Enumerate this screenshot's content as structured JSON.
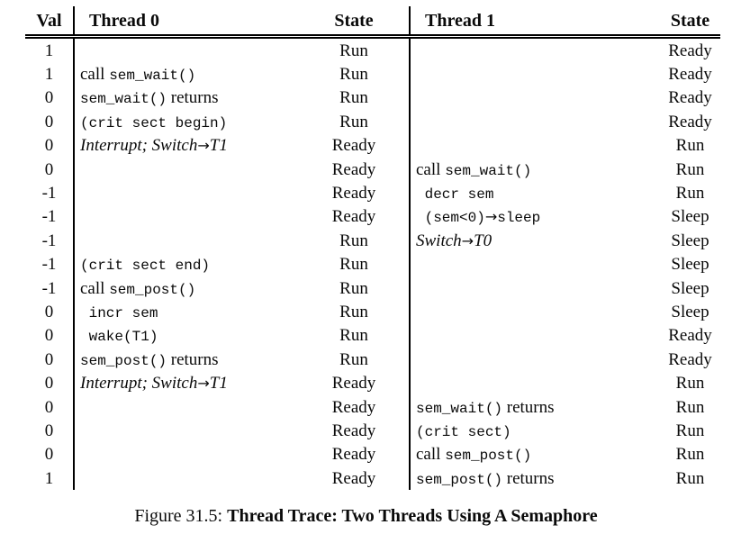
{
  "figure": {
    "caption_prefix": "Figure 31.5:",
    "caption_title": "Thread Trace: Two Threads Using A Semaphore"
  },
  "colors": {
    "background": "#ffffff",
    "text": "#0a0a0a",
    "rule": "#000000"
  },
  "table": {
    "headers": [
      "Val",
      "Thread 0",
      "State",
      "Thread 1",
      "State"
    ],
    "rows": [
      {
        "val": "1",
        "t0": [],
        "s0": "Run",
        "t1": [],
        "s1": "Ready"
      },
      {
        "val": "1",
        "t0": [
          {
            "t": "call ",
            "f": "rm"
          },
          {
            "t": "sem_wait()",
            "f": "tt"
          }
        ],
        "s0": "Run",
        "t1": [],
        "s1": "Ready"
      },
      {
        "val": "0",
        "t0": [
          {
            "t": "sem_wait()",
            "f": "tt"
          },
          {
            "t": " returns",
            "f": "rm"
          }
        ],
        "s0": "Run",
        "t1": [],
        "s1": "Ready"
      },
      {
        "val": "0",
        "t0": [
          {
            "t": "(crit sect begin)",
            "f": "tt"
          }
        ],
        "s0": "Run",
        "t1": [],
        "s1": "Ready"
      },
      {
        "val": "0",
        "t0": [
          {
            "t": "Interrupt; Switch",
            "f": "it"
          },
          {
            "t": "→",
            "f": "ar"
          },
          {
            "t": "T1",
            "f": "it"
          }
        ],
        "s0": "Ready",
        "t1": [],
        "s1": "Run"
      },
      {
        "val": "0",
        "t0": [],
        "s0": "Ready",
        "t1": [
          {
            "t": "call ",
            "f": "rm"
          },
          {
            "t": "sem_wait()",
            "f": "tt"
          }
        ],
        "s1": "Run"
      },
      {
        "val": "-1",
        "t0": [],
        "s0": "Ready",
        "t1": [
          {
            "t": " decr sem",
            "f": "tt"
          }
        ],
        "s1": "Run"
      },
      {
        "val": "-1",
        "t0": [],
        "s0": "Ready",
        "t1": [
          {
            "t": " (sem<0)",
            "f": "tt"
          },
          {
            "t": "→",
            "f": "ar"
          },
          {
            "t": "sleep",
            "f": "tt"
          }
        ],
        "s1": "Sleep"
      },
      {
        "val": "-1",
        "t0": [],
        "s0": "Run",
        "t1": [
          {
            "t": "Switch",
            "f": "it"
          },
          {
            "t": "→",
            "f": "ar"
          },
          {
            "t": "T0",
            "f": "it"
          }
        ],
        "s1": "Sleep"
      },
      {
        "val": "-1",
        "t0": [
          {
            "t": "(crit sect end)",
            "f": "tt"
          }
        ],
        "s0": "Run",
        "t1": [],
        "s1": "Sleep"
      },
      {
        "val": "-1",
        "t0": [
          {
            "t": "call ",
            "f": "rm"
          },
          {
            "t": "sem_post()",
            "f": "tt"
          }
        ],
        "s0": "Run",
        "t1": [],
        "s1": "Sleep"
      },
      {
        "val": "0",
        "t0": [
          {
            "t": " incr sem",
            "f": "tt"
          }
        ],
        "s0": "Run",
        "t1": [],
        "s1": "Sleep"
      },
      {
        "val": "0",
        "t0": [
          {
            "t": " wake(T1)",
            "f": "tt"
          }
        ],
        "s0": "Run",
        "t1": [],
        "s1": "Ready"
      },
      {
        "val": "0",
        "t0": [
          {
            "t": "sem_post()",
            "f": "tt"
          },
          {
            "t": " returns",
            "f": "rm"
          }
        ],
        "s0": "Run",
        "t1": [],
        "s1": "Ready"
      },
      {
        "val": "0",
        "t0": [
          {
            "t": "Interrupt; Switch",
            "f": "it"
          },
          {
            "t": "→",
            "f": "ar"
          },
          {
            "t": "T1",
            "f": "it"
          }
        ],
        "s0": "Ready",
        "t1": [],
        "s1": "Run"
      },
      {
        "val": "0",
        "t0": [],
        "s0": "Ready",
        "t1": [
          {
            "t": "sem_wait()",
            "f": "tt"
          },
          {
            "t": " returns",
            "f": "rm"
          }
        ],
        "s1": "Run"
      },
      {
        "val": "0",
        "t0": [],
        "s0": "Ready",
        "t1": [
          {
            "t": "(crit sect)",
            "f": "tt"
          }
        ],
        "s1": "Run"
      },
      {
        "val": "0",
        "t0": [],
        "s0": "Ready",
        "t1": [
          {
            "t": "call ",
            "f": "rm"
          },
          {
            "t": "sem_post()",
            "f": "tt"
          }
        ],
        "s1": "Run"
      },
      {
        "val": "1",
        "t0": [],
        "s0": "Ready",
        "t1": [
          {
            "t": "sem_post()",
            "f": "tt"
          },
          {
            "t": " returns",
            "f": "rm"
          }
        ],
        "s1": "Run"
      }
    ]
  }
}
